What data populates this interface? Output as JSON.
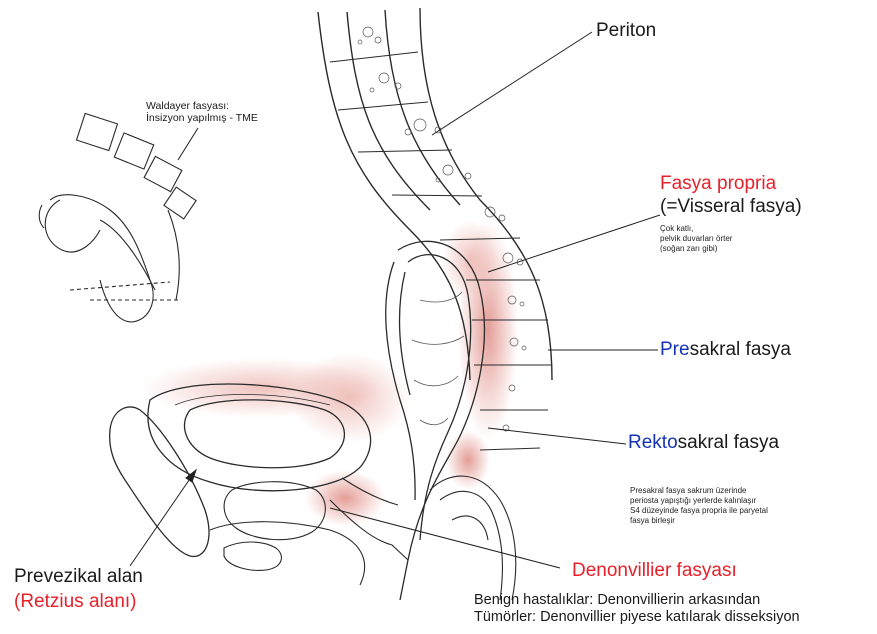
{
  "colors": {
    "red": "#e8202a",
    "blue": "#1533b8",
    "text": "#1a1a1a",
    "fascia_tint": "#e4b3ad"
  },
  "periton_label": "Periton",
  "waldayer_note": {
    "line1": "Waldayer fasyası:",
    "line2": "İnsizyon yapılmış - TME"
  },
  "fasya_propria": {
    "title": "Fasya propria",
    "subtitle": "(=Visseral fasya)",
    "note": [
      "Çok katlı,",
      "pelvik duvarları örter",
      "(soğan zarı gibi)"
    ]
  },
  "presakral_label": {
    "part1": "Pre",
    "part2": "sakral fasya"
  },
  "rekto_label": {
    "part1": "Rekto",
    "part2": "sakral fasya"
  },
  "presakral_note": [
    "Presakral fasya sakrum üzerinde",
    "periosta yapıştığı yerlerde kalınlaşır",
    "S4 düzeyinde fasya propria ile paryetal",
    "fasya birleşir"
  ],
  "prevezikal": {
    "line1": "Prevezikal alan",
    "line2": "(Retzius alanı)"
  },
  "denonvillier": {
    "title": "Denonvillier fasyası",
    "line1": "Benign hastalıklar: Denonvillierin arkasından",
    "line2": "Tümörler: Denonvillier piyese katılarak  disseksiyon"
  }
}
